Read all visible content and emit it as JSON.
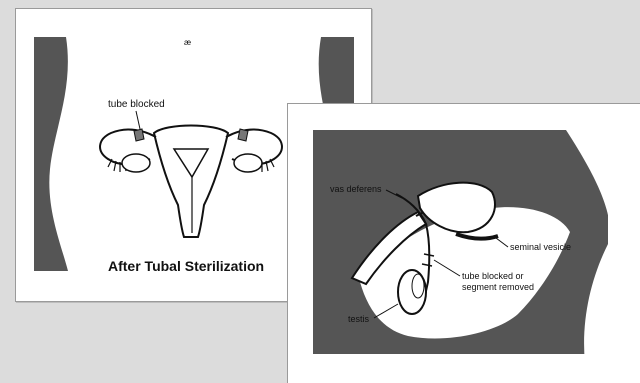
{
  "female_panel": {
    "label_tube": "tube blocked",
    "caption": "After Tubal Sterilization",
    "mark": "æ"
  },
  "male_panel": {
    "label_vas": "vas deferens",
    "label_vesicle": "seminal vesicle",
    "label_tube_line1": "tube blocked or",
    "label_tube_line2": "segment removed",
    "label_testis": "testis"
  },
  "colors": {
    "body_shade": "#555555",
    "background": "#dcdcdc",
    "panel": "#ffffff",
    "ink": "#111111"
  }
}
